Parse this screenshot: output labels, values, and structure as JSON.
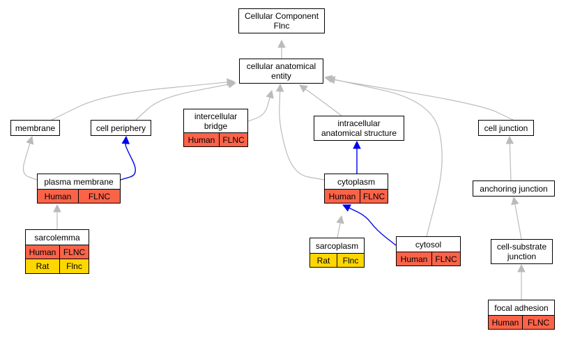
{
  "graph": {
    "colors": {
      "is_a": "#bbbbbb",
      "part_of": "#0000ee",
      "human": "#fb6349",
      "rat": "#fed700"
    },
    "nodes": [
      {
        "id": "root",
        "label": "Cellular Component\nFlnc"
      },
      {
        "id": "cae",
        "label": "cellular anatomical\nentity"
      },
      {
        "id": "membrane",
        "label": "membrane"
      },
      {
        "id": "cellperiphery",
        "label": "cell periphery"
      },
      {
        "id": "bridge",
        "label": "intercellular\nbridge",
        "tags": [
          [
            "Human",
            "FLNC"
          ]
        ]
      },
      {
        "id": "intracellular",
        "label": "intracellular\nanatomical structure"
      },
      {
        "id": "celljunction",
        "label": "cell junction"
      },
      {
        "id": "plasmamembrane",
        "label": "plasma membrane",
        "tags": [
          [
            "Human",
            "FLNC"
          ]
        ]
      },
      {
        "id": "cytoplasm",
        "label": "cytoplasm",
        "tags": [
          [
            "Human",
            "FLNC"
          ]
        ]
      },
      {
        "id": "anchoring",
        "label": "anchoring junction"
      },
      {
        "id": "sarcolemma",
        "label": "sarcolemma",
        "tags": [
          [
            "Human",
            "FLNC"
          ],
          [
            "Rat",
            "Flnc"
          ]
        ]
      },
      {
        "id": "sarcoplasm",
        "label": "sarcoplasm",
        "tags": [
          [
            "Rat",
            "Flnc"
          ]
        ]
      },
      {
        "id": "cytosol",
        "label": "cytosol",
        "tags": [
          [
            "Human",
            "FLNC"
          ]
        ]
      },
      {
        "id": "cellsubstrate",
        "label": "cell-substrate\njunction"
      },
      {
        "id": "focal",
        "label": "focal adhesion",
        "tags": [
          [
            "Human",
            "FLNC"
          ]
        ]
      }
    ],
    "edges": [
      {
        "from": "cae",
        "to": "root",
        "type": "is_a"
      },
      {
        "from": "membrane",
        "to": "cae",
        "type": "is_a"
      },
      {
        "from": "cellperiphery",
        "to": "cae",
        "type": "is_a"
      },
      {
        "from": "bridge",
        "to": "cae",
        "type": "is_a"
      },
      {
        "from": "intracellular",
        "to": "cae",
        "type": "is_a"
      },
      {
        "from": "celljunction",
        "to": "cae",
        "type": "is_a"
      },
      {
        "from": "cytoplasm",
        "to": "cae",
        "type": "is_a"
      },
      {
        "from": "cytosol",
        "to": "cae",
        "type": "is_a"
      },
      {
        "from": "plasmamembrane",
        "to": "membrane",
        "type": "is_a"
      },
      {
        "from": "plasmamembrane",
        "to": "cellperiphery",
        "type": "part_of"
      },
      {
        "from": "cytoplasm",
        "to": "intracellular",
        "type": "part_of"
      },
      {
        "from": "anchoring",
        "to": "celljunction",
        "type": "is_a"
      },
      {
        "from": "sarcolemma",
        "to": "plasmamembrane",
        "type": "is_a"
      },
      {
        "from": "sarcoplasm",
        "to": "cytoplasm",
        "type": "is_a"
      },
      {
        "from": "cytosol",
        "to": "cytoplasm",
        "type": "part_of"
      },
      {
        "from": "cellsubstrate",
        "to": "anchoring",
        "type": "is_a"
      },
      {
        "from": "focal",
        "to": "cellsubstrate",
        "type": "is_a"
      }
    ]
  }
}
